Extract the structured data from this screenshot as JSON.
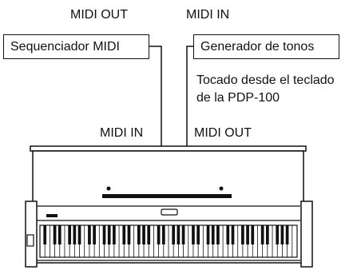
{
  "sequencer": {
    "name": "Sequenciador MIDI",
    "out_label": "MIDI OUT",
    "in_label": "MIDI IN"
  },
  "tone_generator": {
    "name": "Generador de tonos",
    "in_label": "MIDI IN",
    "out_label": "MIDI OUT"
  },
  "note": {
    "line1": "Tocado desde el teclado",
    "line2": "de la PDP-100"
  }
}
